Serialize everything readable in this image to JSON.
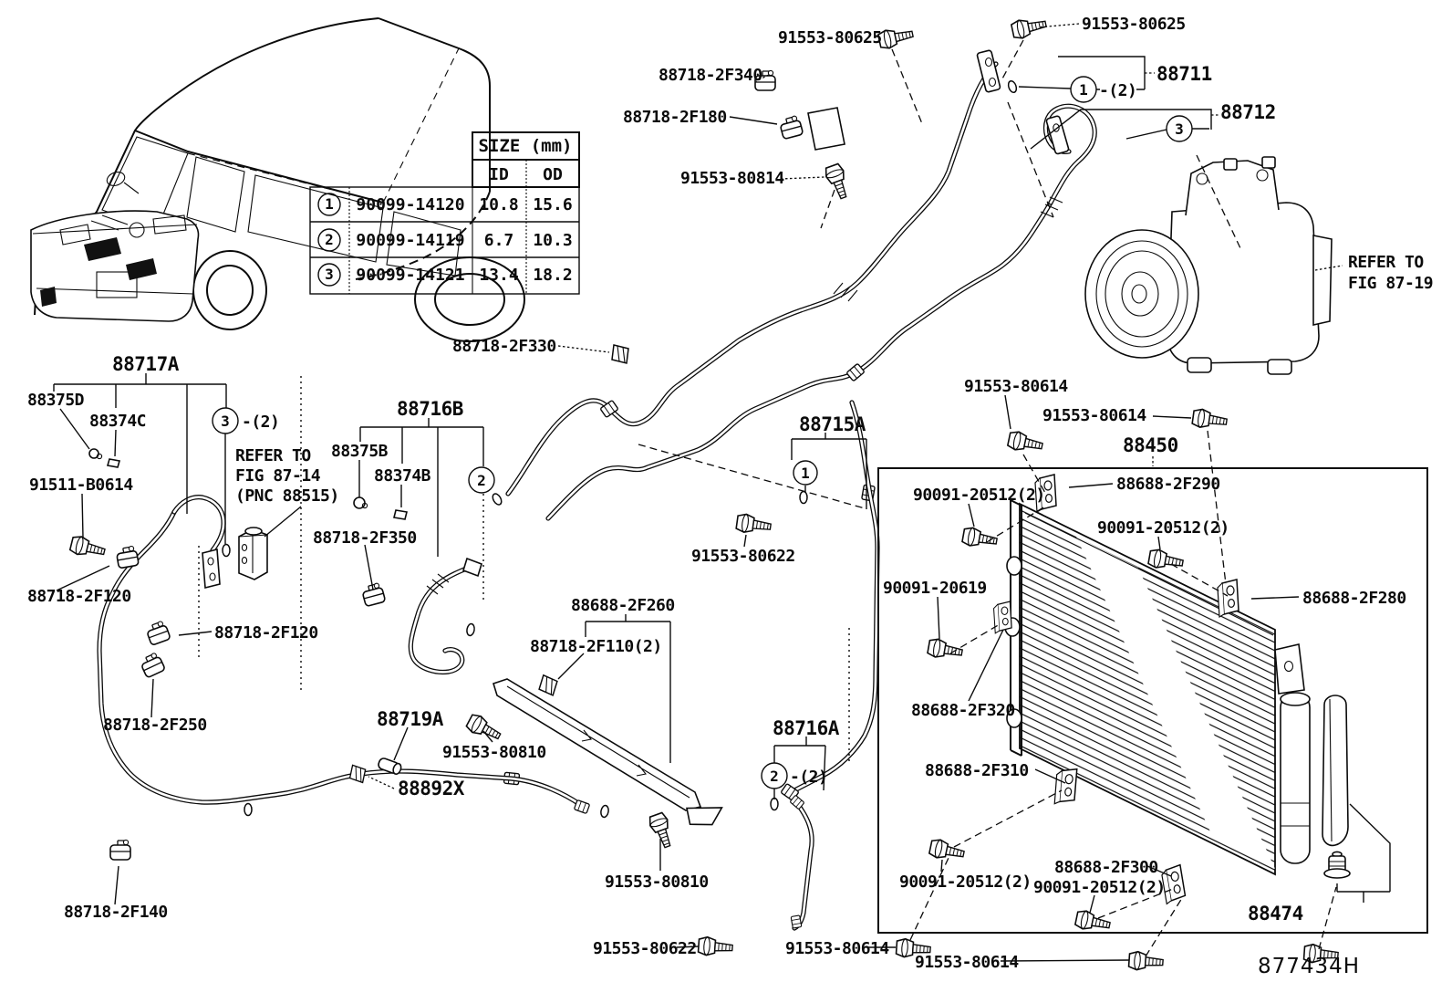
{
  "diagram": {
    "code": "877434H"
  },
  "size_table": {
    "title": "SIZE (mm)",
    "col_id": "ID",
    "col_od": "OD",
    "rows": [
      {
        "num": "1",
        "part": "90099-14120",
        "id": "10.8",
        "od": "15.6"
      },
      {
        "num": "2",
        "part": "90099-14119",
        "id": "6.7",
        "od": "10.3"
      },
      {
        "num": "3",
        "part": "90099-14121",
        "id": "13.4",
        "od": "18.2"
      }
    ]
  },
  "notes": {
    "refer19_1": "REFER TO",
    "refer19_2": "FIG 87-19",
    "refer14_1": "REFER TO",
    "refer14_2": "FIG 87-14",
    "refer14_3": "(PNC 88515)"
  },
  "callouts": {
    "c1top": {
      "num": "1",
      "suffix": "-(2)"
    },
    "c3top": {
      "num": "3",
      "suffix": ""
    },
    "c3l": {
      "num": "3",
      "suffix": "-(2)"
    },
    "c2m": {
      "num": "2",
      "suffix": ""
    },
    "c1m": {
      "num": "1",
      "suffix": ""
    },
    "c2b": {
      "num": "2",
      "suffix": "-(2)"
    }
  },
  "labels": {
    "l80625a": "91553-80625",
    "l80625b": "91553-80625",
    "l2f340": "88718-2F340",
    "l88711": "88711",
    "l2f180": "88718-2F180",
    "l88712": "88712",
    "l80814": "91553-80814",
    "l2f330": "88718-2F330",
    "l88717a": "88717A",
    "l88375d": "88375D",
    "l88374c": "88374C",
    "l91511": "91511-B0614",
    "l2f120a": "88718-2F120",
    "l2f120b": "88718-2F120",
    "l2f250": "88718-2F250",
    "l2f140": "88718-2F140",
    "l88716b": "88716B",
    "l88375b": "88375B",
    "l88374b": "88374B",
    "l2f350": "88718-2F350",
    "l2f260": "88688-2F260",
    "l2f110": "88718-2F110(2)",
    "l88719a": "88719A",
    "l80810a": "91553-80810",
    "l88892x": "88892X",
    "l80810b": "91553-80810",
    "l88715a": "88715A",
    "l80622a": "91553-80622",
    "l88716a": "88716A",
    "l80622b": "91553-80622",
    "l80614b1": "91553-80614",
    "l80614b2": "91553-80614",
    "l80614t1": "91553-80614",
    "l80614t2": "91553-80614",
    "l88450": "88450",
    "l2f290": "88688-2F290",
    "l20512tl": "90091-20512(2)",
    "l20512tr": "90091-20512(2)",
    "l2f280": "88688-2F280",
    "l20619": "90091-20619",
    "l2f320": "88688-2F320",
    "l2f310": "88688-2F310",
    "l20512bl": "90091-20512(2)",
    "l2f300": "88688-2F300",
    "l20512bm": "90091-20512(2)",
    "l88474": "88474"
  }
}
